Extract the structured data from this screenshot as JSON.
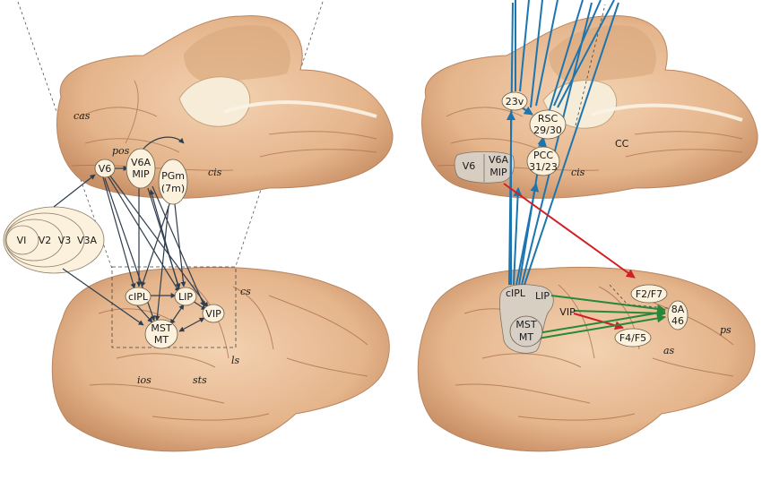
{
  "colors": {
    "brain": "#e8bf98",
    "brain_dark": "#c9926a",
    "gyrus_line": "#a86f4a",
    "node_fill": "#fbf1dd",
    "node_fill_grey": "#d8d0c6",
    "dark_arrow": "#2f3e4e",
    "blue_arrow": "#1d75b0",
    "red_arrow": "#d21f26",
    "green_arrow": "#25883a"
  },
  "left_panel": {
    "sulci": {
      "cas": "cas",
      "pos": "pos",
      "cis": "cis",
      "cs": "cs",
      "ios": "ios",
      "sts": "sts",
      "ls": "ls"
    },
    "visual_nest": {
      "v1": "VI",
      "v2": "V2",
      "v3": "V3",
      "v3a": "V3A"
    },
    "nodes": {
      "v6": "V6",
      "v6a_1": "V6A",
      "v6a_2": "MIP",
      "pgm_1": "PGm",
      "pgm_2": "(7m)",
      "cipl": "cIPL",
      "lip": "LIP",
      "vip": "VIP",
      "mst_1": "MST",
      "mst_2": "MT"
    }
  },
  "right_panel": {
    "sulci": {
      "cis": "cis",
      "cc": "CC",
      "as": "as",
      "ps": "ps"
    },
    "nodes": {
      "n23v": "23v",
      "rsc_1": "RSC",
      "rsc_2": "29/30",
      "pcc_1": "PCC",
      "pcc_2": "31/23",
      "v6": "V6",
      "v6a_1": "V6A",
      "v6a_2": "MIP",
      "cipl": "cIPL",
      "lip": "LIP",
      "vip": "VIP",
      "mst_1": "MST",
      "mst_2": "MT",
      "f2f7": "F2/F7",
      "f4f5": "F4/F5",
      "a8_1": "8A",
      "a8_2": "46"
    }
  }
}
